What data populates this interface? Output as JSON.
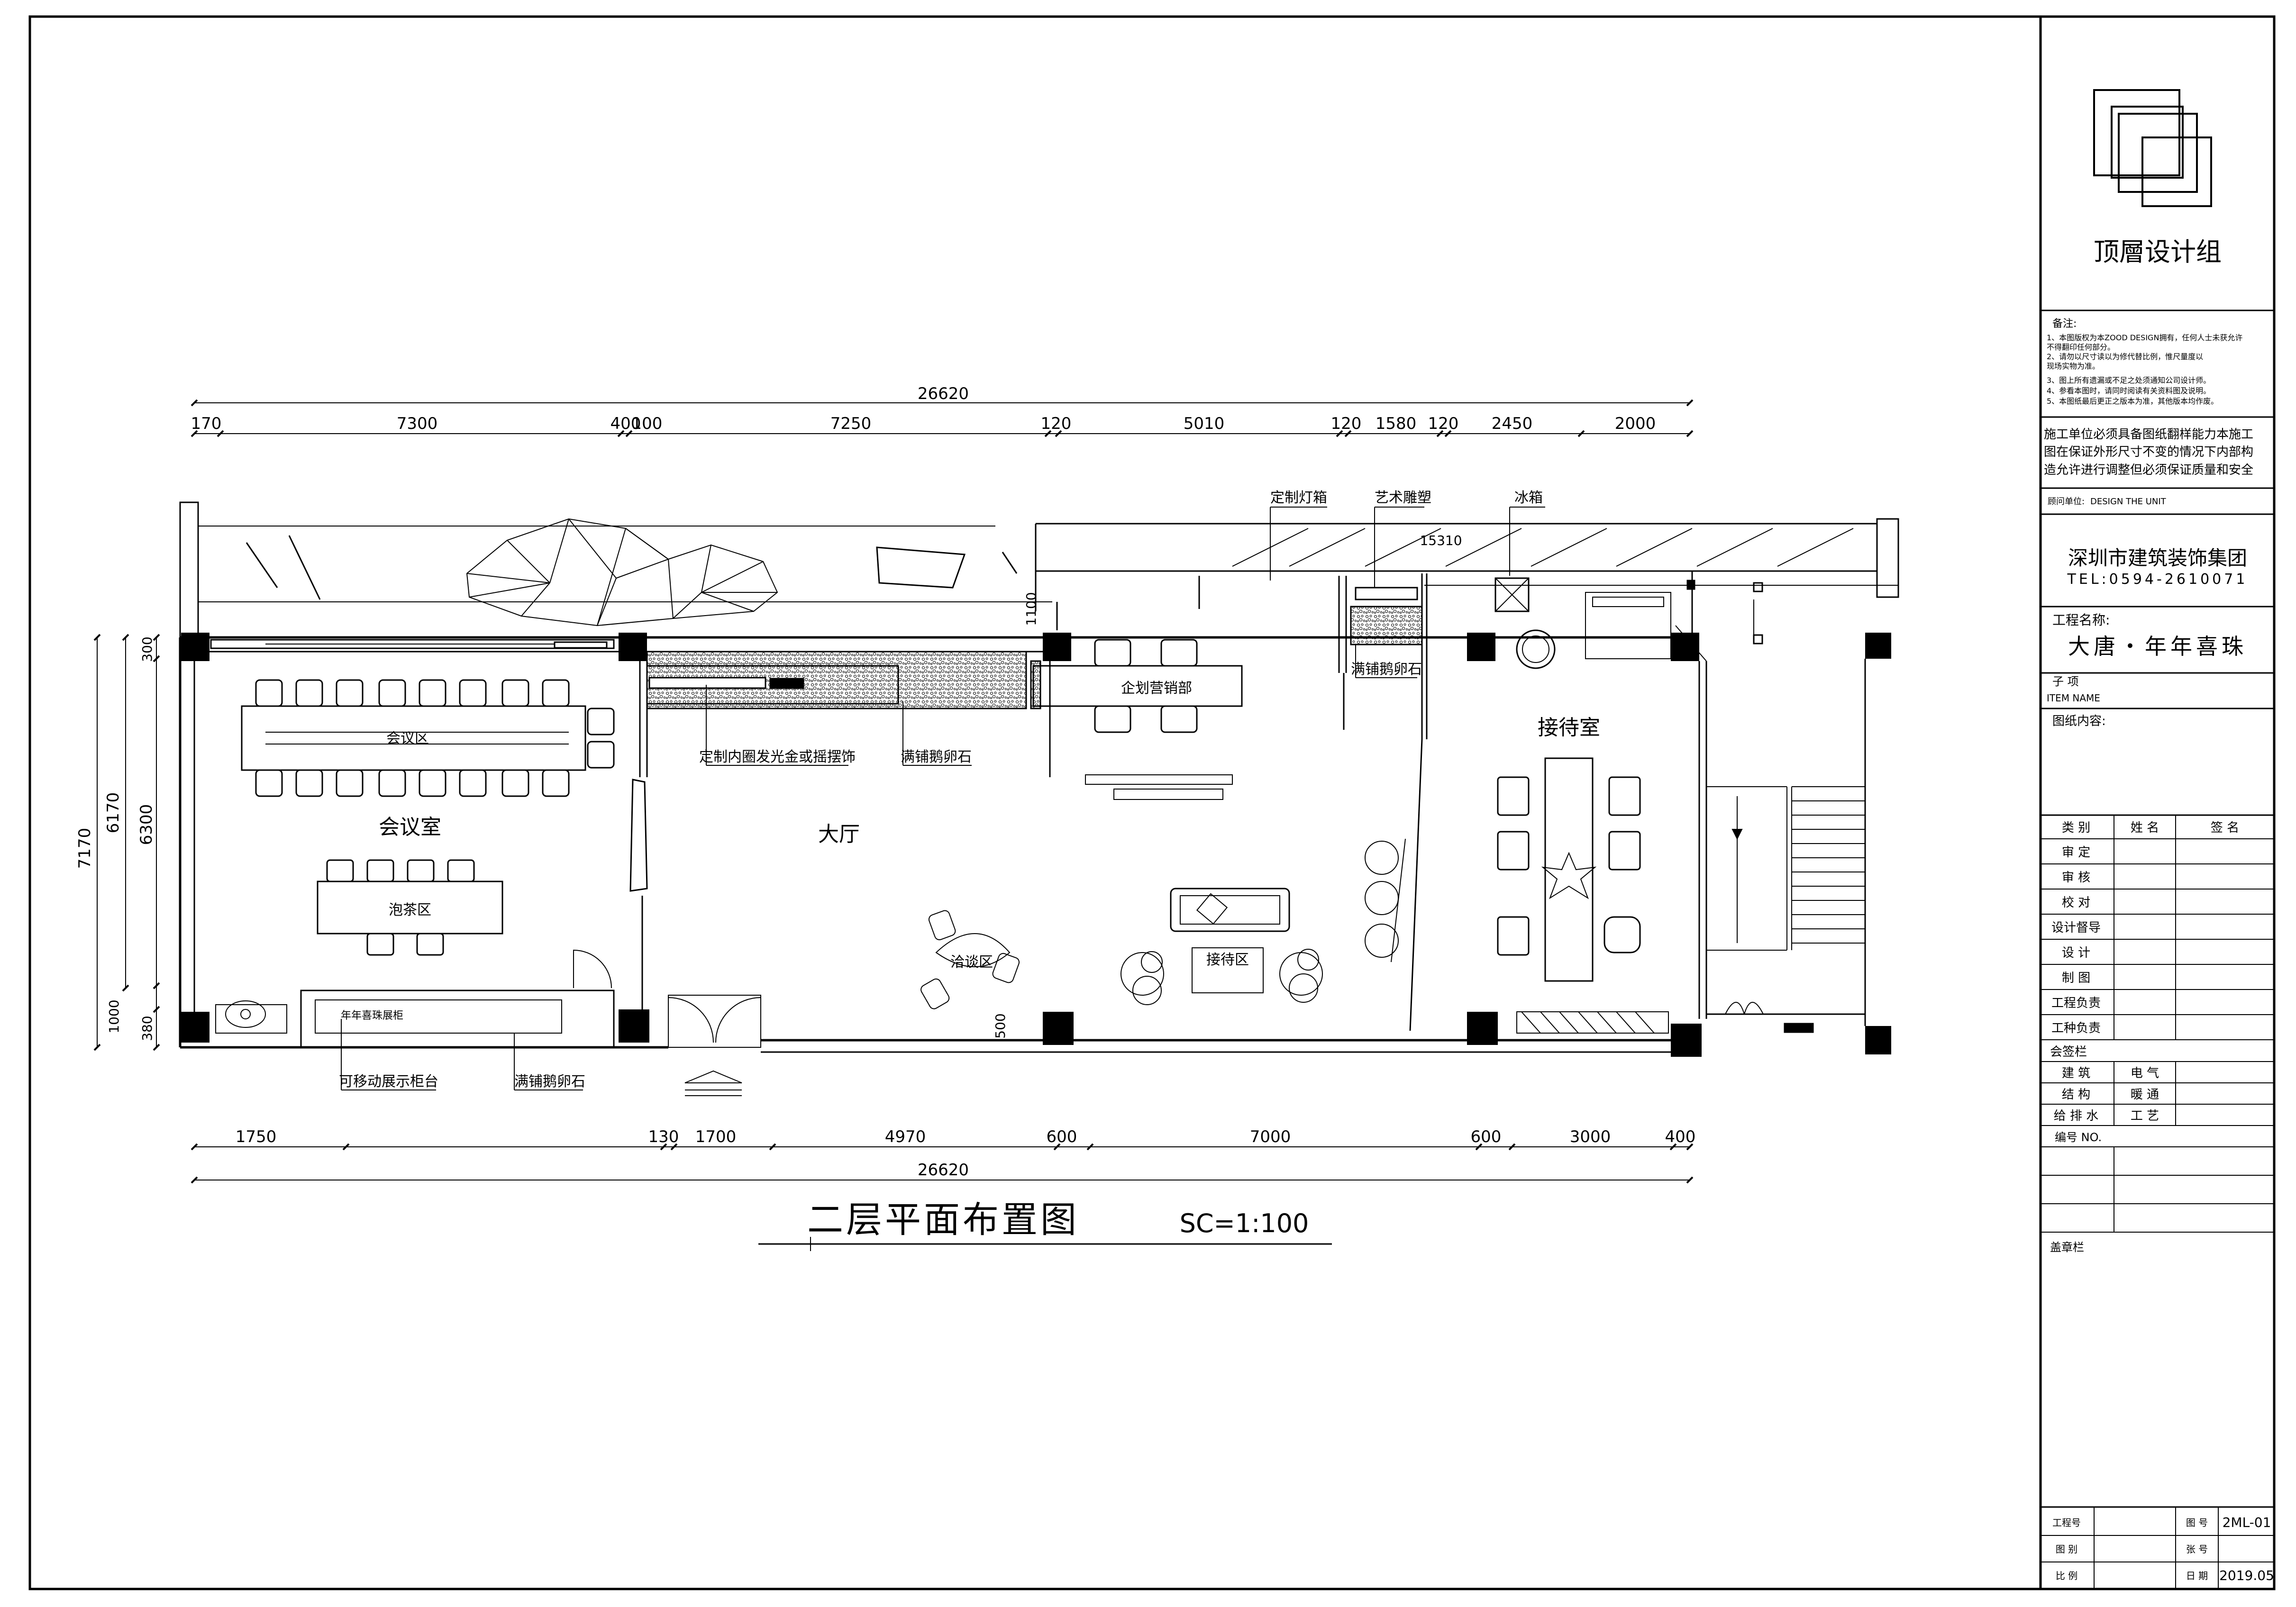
{
  "title_block": {
    "logo_text": "顶層设计组",
    "notes_title": "备注:",
    "notes": [
      "1、本图版权为本ZOOD DESIGN拥有，任何人士未获允许",
      "   不得翻印任何部分。",
      "2、请勿以尺寸读以为修代替比例，惟尺量度以",
      "   现场实物为准。",
      "3、图上所有遗漏或不足之处须通知公司设计师。",
      "4、参看本图时，请同时阅读有关资料图及说明。",
      "5、本图纸最后更正之版本为准，其他版本均作废。"
    ],
    "construction_note": [
      "施工单位必须具备图纸翻样能力本施工",
      "图在保证外形尺寸不变的情况下内部构",
      "造允许进行调整但必须保证质量和安全"
    ],
    "consultant_label": "顾问单位:",
    "consultant_value": "DESIGN THE UNIT",
    "company": "深圳市建筑装饰集团",
    "company_tel": "TEL:0594-2610071",
    "project_label": "工程名称:",
    "project_name": "大唐・年年喜珠",
    "item_label": "子      项",
    "item_label_en": "ITEM NAME",
    "drawing_content_label": "图纸内容:",
    "sign_header": [
      "类    别",
      "姓    名",
      "签    名"
    ],
    "sign_rows": [
      "审    定",
      "审    核",
      "校    对",
      "设计督导",
      "设    计",
      "制    图",
      "工程负责",
      "工种负责"
    ],
    "countersign_label": "会签栏",
    "countersign_rows": [
      [
        "建    筑",
        "电    气"
      ],
      [
        "结    构",
        "暖    通"
      ],
      [
        "给 排 水",
        "工    艺"
      ]
    ],
    "number_label": "编号 NO.",
    "stamp_label": "盖章栏",
    "bottom_rows": [
      {
        "k1": "工程号",
        "v1": "",
        "k2": "图    号",
        "v2": "2ML-01"
      },
      {
        "k1": "图    别",
        "v1": "",
        "k2": "张    号",
        "v2": ""
      },
      {
        "k1": "比    例",
        "v1": "",
        "k2": "日    期",
        "v2": "2019.05"
      }
    ]
  },
  "plan": {
    "title": "二层平面布置图",
    "scale": "SC=1:100",
    "top_total": "26620",
    "top_dims": [
      "170",
      "7300",
      "400",
      "100",
      "7250",
      "120",
      "5010",
      "120",
      "1580",
      "120",
      "2450",
      "2000"
    ],
    "top_dim_small": "15310",
    "top_dim_1100": "1100",
    "bottom_total": "26620",
    "bottom_dims": [
      "1750",
      "130",
      "1700",
      "4970",
      "600",
      "7000",
      "600",
      "3000",
      "400"
    ],
    "left_dims": [
      "7170",
      "6170",
      "6300",
      "300",
      "1000",
      "380"
    ],
    "dim_500": "500",
    "rooms": {
      "meeting": "会议室",
      "hall": "大厅",
      "reception": "接待室",
      "meeting_zone": "会议区",
      "tea_zone": "泡茶区",
      "negotiation_zone": "洽谈区",
      "reception_zone": "接待区",
      "planning_dept": "企划营销部",
      "display_counter_label": "年年喜珠展柜"
    },
    "callouts": {
      "custom_lightbox": "定制灯箱",
      "art_sculpture": "艺术雕塑",
      "fridge": "冰箱",
      "pebble_top": "满铺鹅卵石",
      "pebble_mid": "满铺鹅卵石",
      "custom_gold": "定制内圈发光金或摇摆饰",
      "pebble_bottom": "满铺鹅卵石",
      "movable_counter": "可移动展示柜台"
    }
  }
}
